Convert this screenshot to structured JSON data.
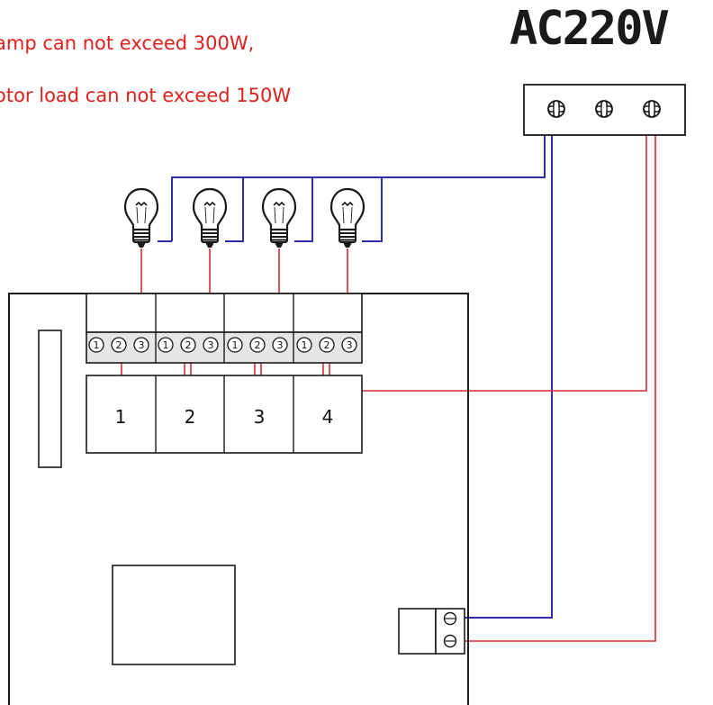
{
  "notes": {
    "line1": "amp can not exceed 300W,",
    "line2": "otor load can not exceed 150W"
  },
  "supply_label": "AC220V",
  "relays": [
    "1",
    "2",
    "3",
    "4"
  ],
  "terminal_labels": [
    "1",
    "2",
    "3"
  ],
  "colors": {
    "live_wire": "#d92b2b",
    "neutral_wire": "#2e2ea8",
    "outline": "#1a1a1a",
    "terminal_fill": "#e6e6e6",
    "note_text": "#e0201b"
  },
  "icons": {
    "lamp": "light-bulb-icon",
    "screw": "screw-terminal-icon"
  }
}
